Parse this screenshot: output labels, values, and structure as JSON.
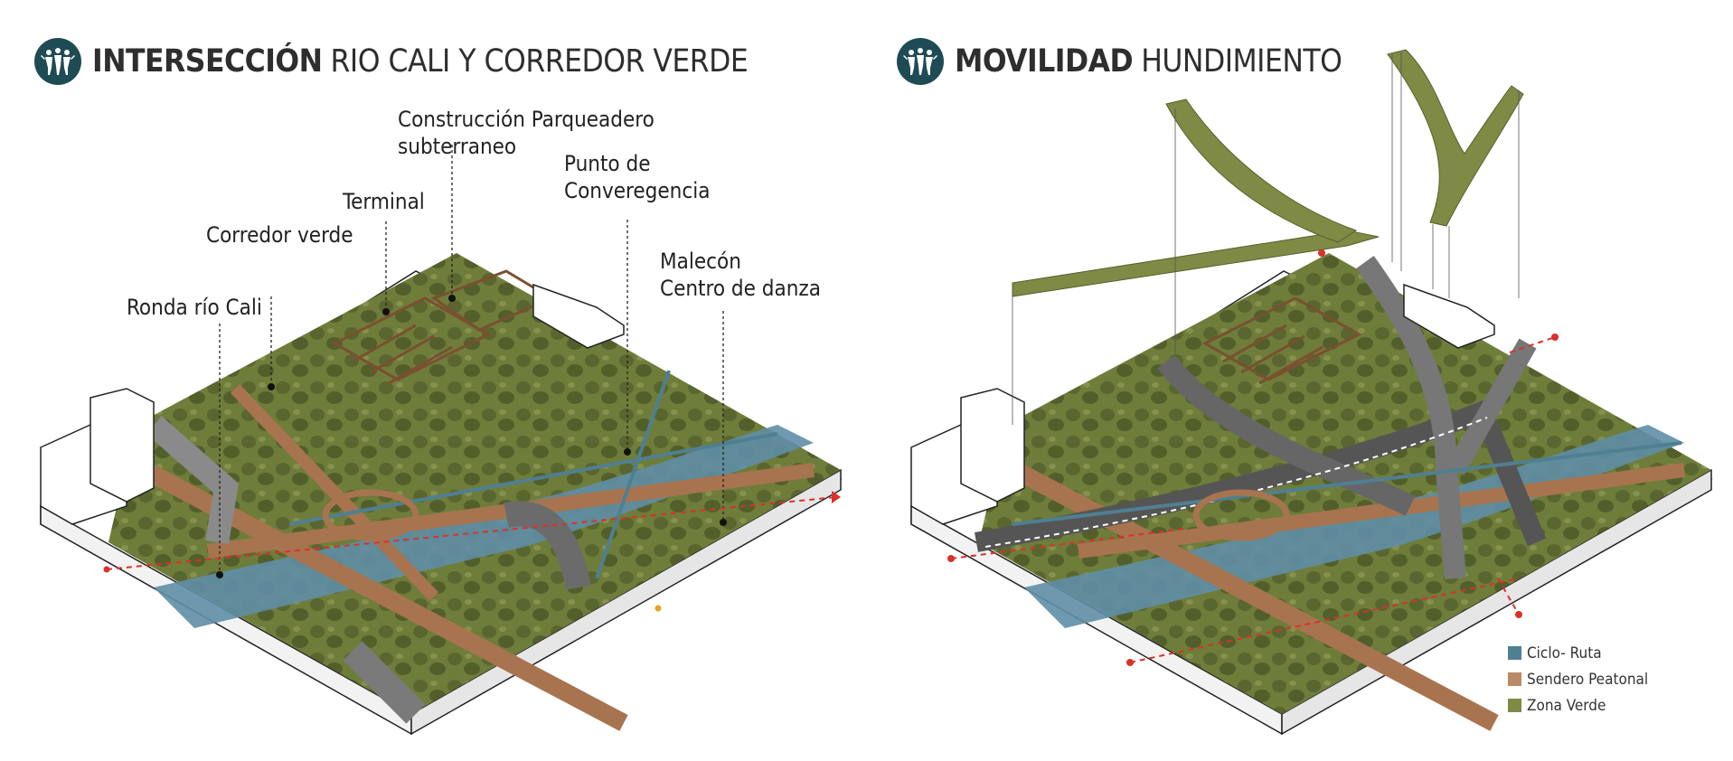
{
  "left_panel": {
    "title_strong": "INTERSECCIÓN",
    "title_light": "RIO CALI Y CORREDOR VERDE",
    "labels": {
      "parqueadero": "Construcción Parqueadero\nsubterraneo",
      "punto": "Punto de\nConveregencia",
      "terminal": "Terminal",
      "corredor": "Corredor verde",
      "malecon": "Malecón\nCentro de danza",
      "ronda": "Ronda río Cali"
    }
  },
  "right_panel": {
    "title_strong": "MOVILIDAD",
    "title_light": "HUNDIMIENTO"
  },
  "legend": [
    {
      "label": "Ciclo- Ruta",
      "color": "#4f7f93"
    },
    {
      "label": "Sendero Peatonal",
      "color": "#b88a66"
    },
    {
      "label": "Zona Verde",
      "color": "#7f8a45"
    }
  ],
  "colors": {
    "logo": "#1f4b55",
    "green": "#6e7d3a",
    "green_light": "#8f9a55",
    "path": "#a8744f",
    "water": "#5e8ea6",
    "road": "#7a7a7a",
    "building": "#ffffff",
    "accent_red": "#d9312b"
  }
}
